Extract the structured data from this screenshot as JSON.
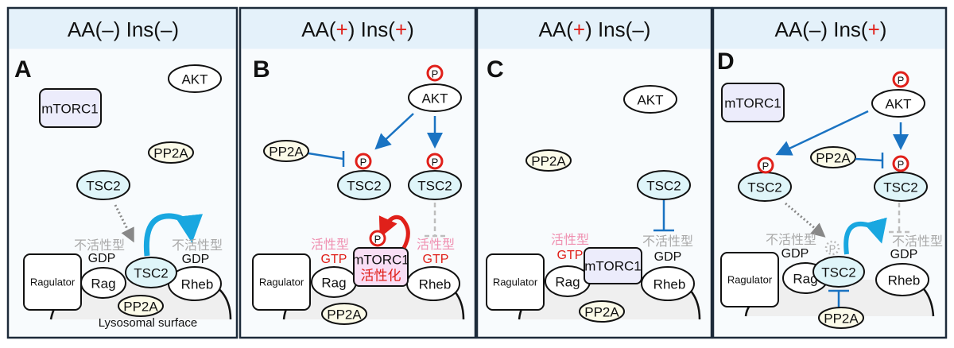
{
  "colors": {
    "accent_red": "#e0201a",
    "arrow_blue": "#1a73c2",
    "header_bg": "#e4f1fa",
    "tsc2_fill": "#dff5f9",
    "pp2a_fill": "#fcfbe9",
    "mtorc1_fill": "#ececfb",
    "mtorc1_active_fill": "#f9def5"
  },
  "labels": {
    "akt": "AKT",
    "mtorc1": "mTORC1",
    "pp2a": "PP2A",
    "tsc2": "TSC2",
    "rag": "Rag",
    "rheb": "Rheb",
    "ragulator": "Ragulator",
    "p": "P",
    "gdp": "GDP",
    "gtp": "GTP",
    "inactive": "不活性型",
    "active": "活性型",
    "activation": "活性化",
    "lysosomal_surface": "Lysosomal surface"
  },
  "panels": [
    {
      "letter": "A",
      "title_parts": [
        "AA(",
        "–",
        ") Ins(",
        "–",
        ")"
      ]
    },
    {
      "letter": "B",
      "title_parts": [
        "AA(",
        "+",
        ") Ins(",
        "+",
        ")"
      ]
    },
    {
      "letter": "C",
      "title_parts": [
        "AA(",
        "+",
        ") Ins(",
        "–",
        ")"
      ]
    },
    {
      "letter": "D",
      "title_parts": [
        "AA(",
        "–",
        ") Ins(",
        "+",
        ")"
      ]
    }
  ]
}
